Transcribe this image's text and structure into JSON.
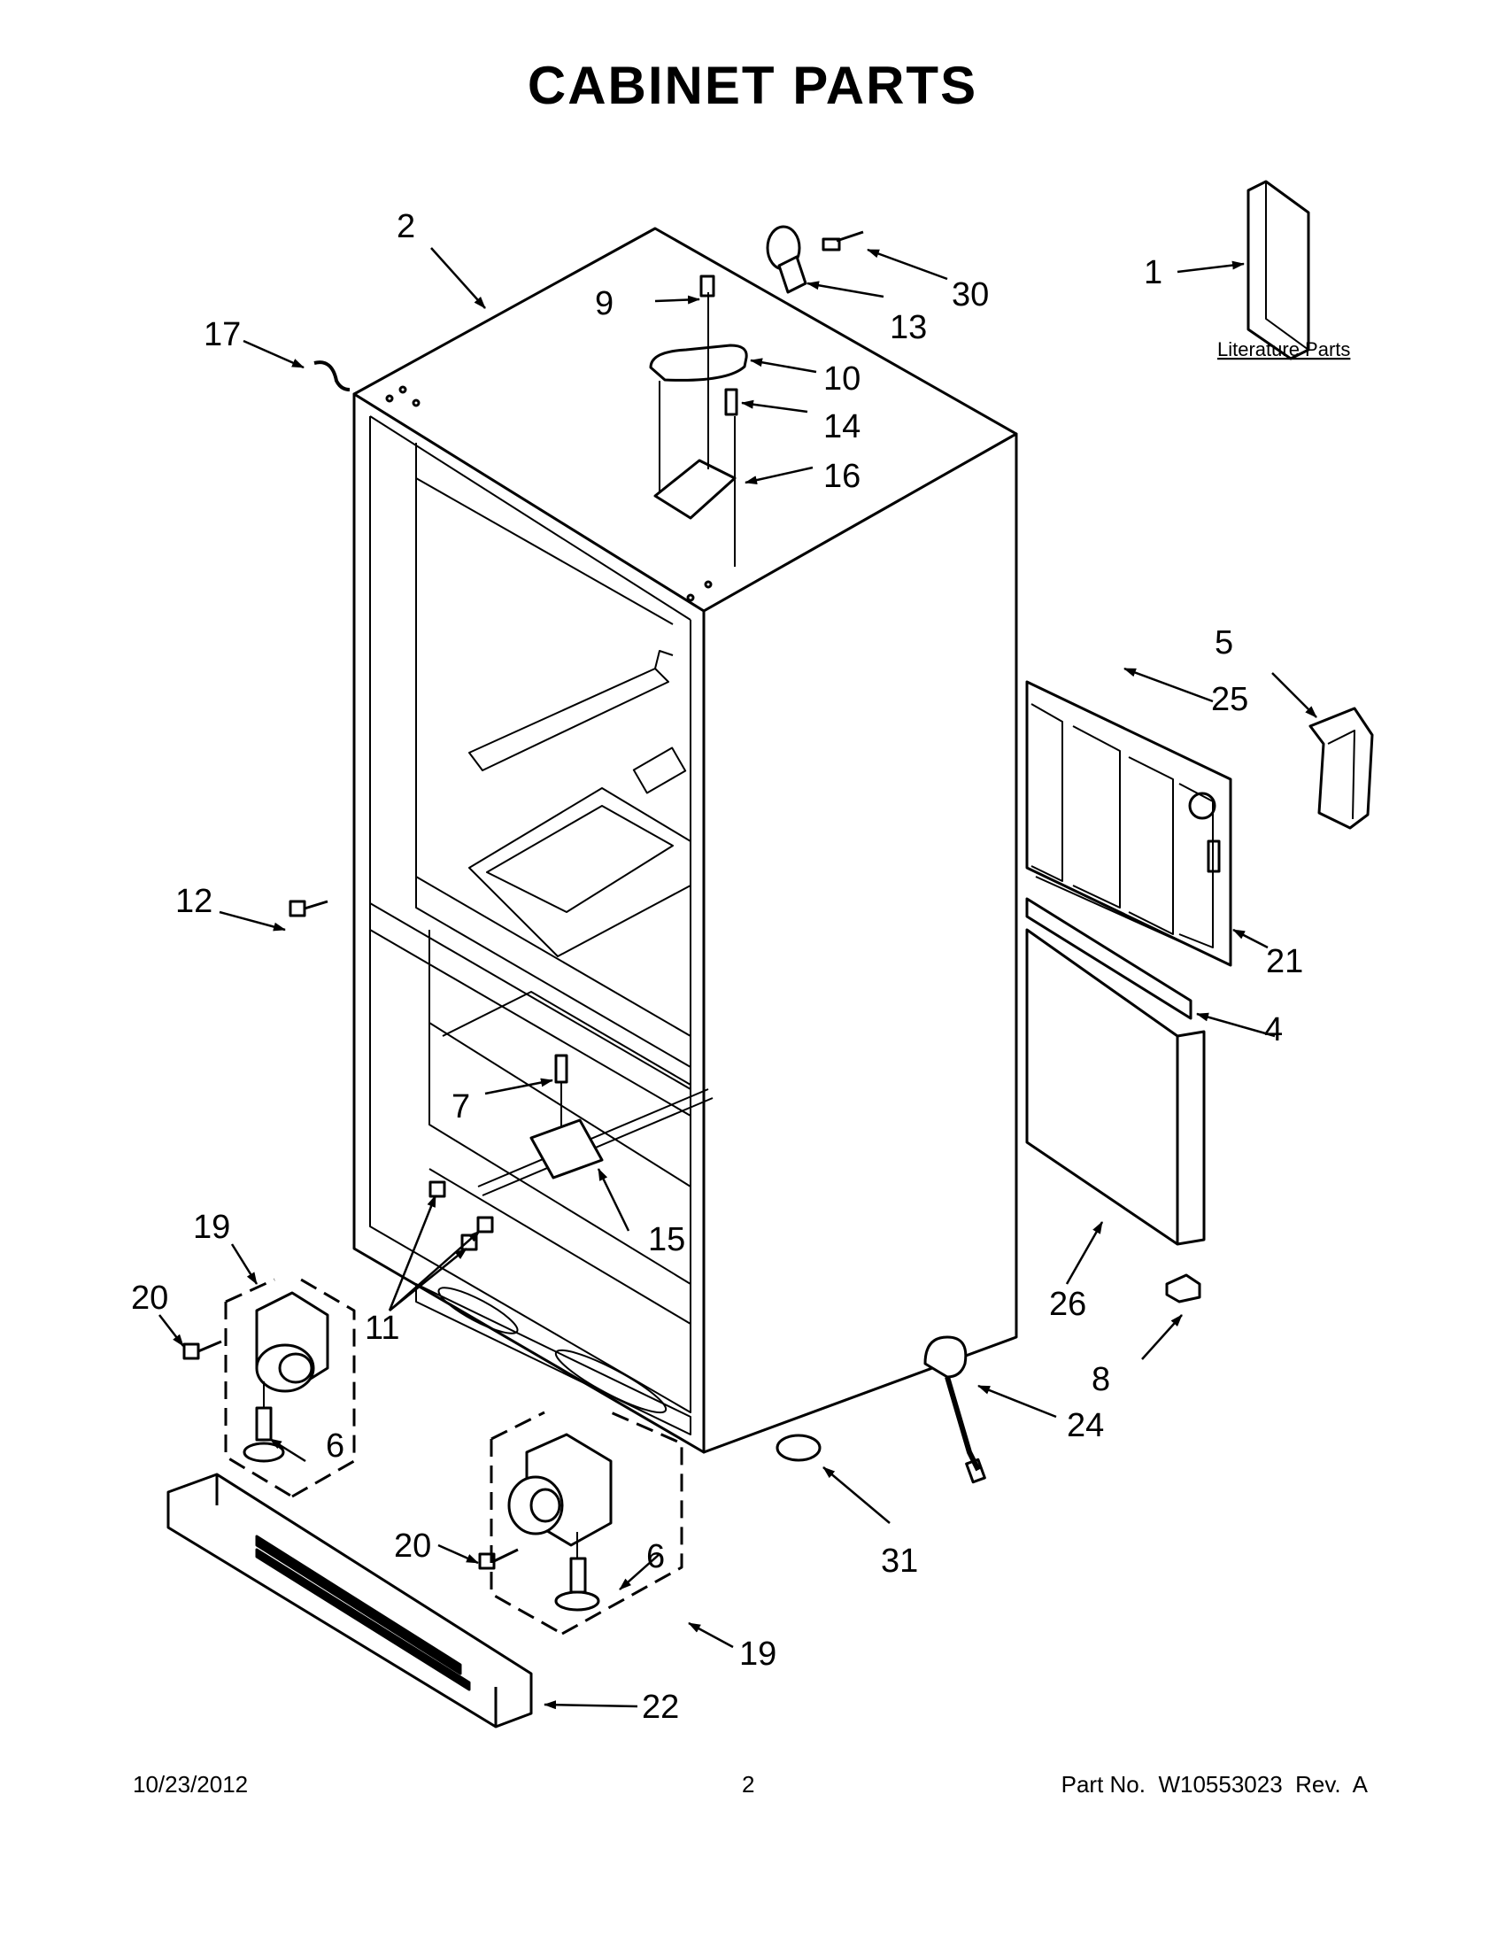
{
  "header": {
    "title": "CABINET PARTS"
  },
  "literature": {
    "label": "Literature Parts"
  },
  "callouts": [
    "1",
    "2",
    "4",
    "5",
    "6",
    "6",
    "7",
    "8",
    "9",
    "10",
    "11",
    "12",
    "13",
    "14",
    "15",
    "16",
    "17",
    "19",
    "19",
    "20",
    "20",
    "21",
    "22",
    "24",
    "25",
    "26",
    "30",
    "31"
  ],
  "footer": {
    "date": "10/23/2012",
    "page": "2",
    "part": "Part No.  W10553023  Rev.  A"
  },
  "colors": {
    "ink": "#000000",
    "paper": "#ffffff"
  }
}
